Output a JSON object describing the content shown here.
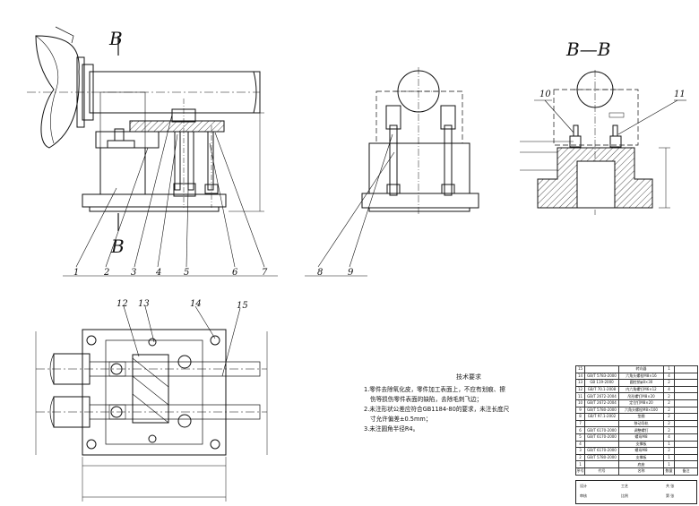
{
  "views": {
    "section_marker_left": "B",
    "section_marker_bottom": "B",
    "section_title": "B—B"
  },
  "balloons": [
    "1",
    "2",
    "3",
    "4",
    "5",
    "6",
    "7",
    "8",
    "9",
    "10",
    "11",
    "12",
    "13",
    "14",
    "15"
  ],
  "tech_requirements": {
    "title": "技术要求",
    "lines": [
      "1.零件去除氧化皮，零件加工表面上，不应有划痕、擦",
      "伤等损伤零件表面的缺陷，去除毛刺飞边；",
      "2.未注形状公差应符合GB1184-80的要求，未注长度尺",
      "寸允许偏差±0.5mm；",
      "3.未注圆角半径R4。"
    ]
  },
  "bom": {
    "rows": [
      [
        "15",
        "",
        "转向器",
        "1",
        ""
      ],
      [
        "14",
        "GB/T 5783-2000",
        "六角头螺栓M8×16",
        "4",
        ""
      ],
      [
        "13",
        "GB 119-2000",
        "圆柱销φ8×30",
        "2",
        ""
      ],
      [
        "12",
        "GB/T 70.1-2008",
        "内六角螺钉M6×12",
        "4",
        ""
      ],
      [
        "11",
        "GB/T 2672-2004",
        "吊形螺钉M8×20",
        "2",
        ""
      ],
      [
        "10",
        "GB/T 2672-2004",
        "定位钉M8×20",
        "2",
        ""
      ],
      [
        "9",
        "GB/T 5780-2000",
        "六角头螺栓M8×100",
        "2",
        ""
      ],
      [
        "8",
        "GB/T 97.1-2002",
        "垫圈",
        "2",
        ""
      ],
      [
        "7",
        "",
        "移动导轨",
        "2",
        ""
      ],
      [
        "6",
        "GB/T 6170-2000",
        "调整螺钉",
        "2",
        ""
      ],
      [
        "5",
        "GB/T 6170-2000",
        "螺母M8",
        "4",
        ""
      ],
      [
        "4",
        "",
        "支撑板",
        "1",
        ""
      ],
      [
        "3",
        "GB/T 6170-2000",
        "螺母M8",
        "2",
        ""
      ],
      [
        "2",
        "GB/T 5780-2000",
        "支撑板",
        "1",
        ""
      ],
      [
        "1",
        "",
        "底座",
        "1",
        ""
      ]
    ],
    "header": [
      "序号",
      "代号",
      "名称",
      "数量",
      "备注"
    ]
  },
  "title_block": {
    "c1": "设计",
    "c2": "审核",
    "c3": "工艺",
    "c4": "比例",
    "c5": "共 张",
    "c6": "第 张"
  }
}
